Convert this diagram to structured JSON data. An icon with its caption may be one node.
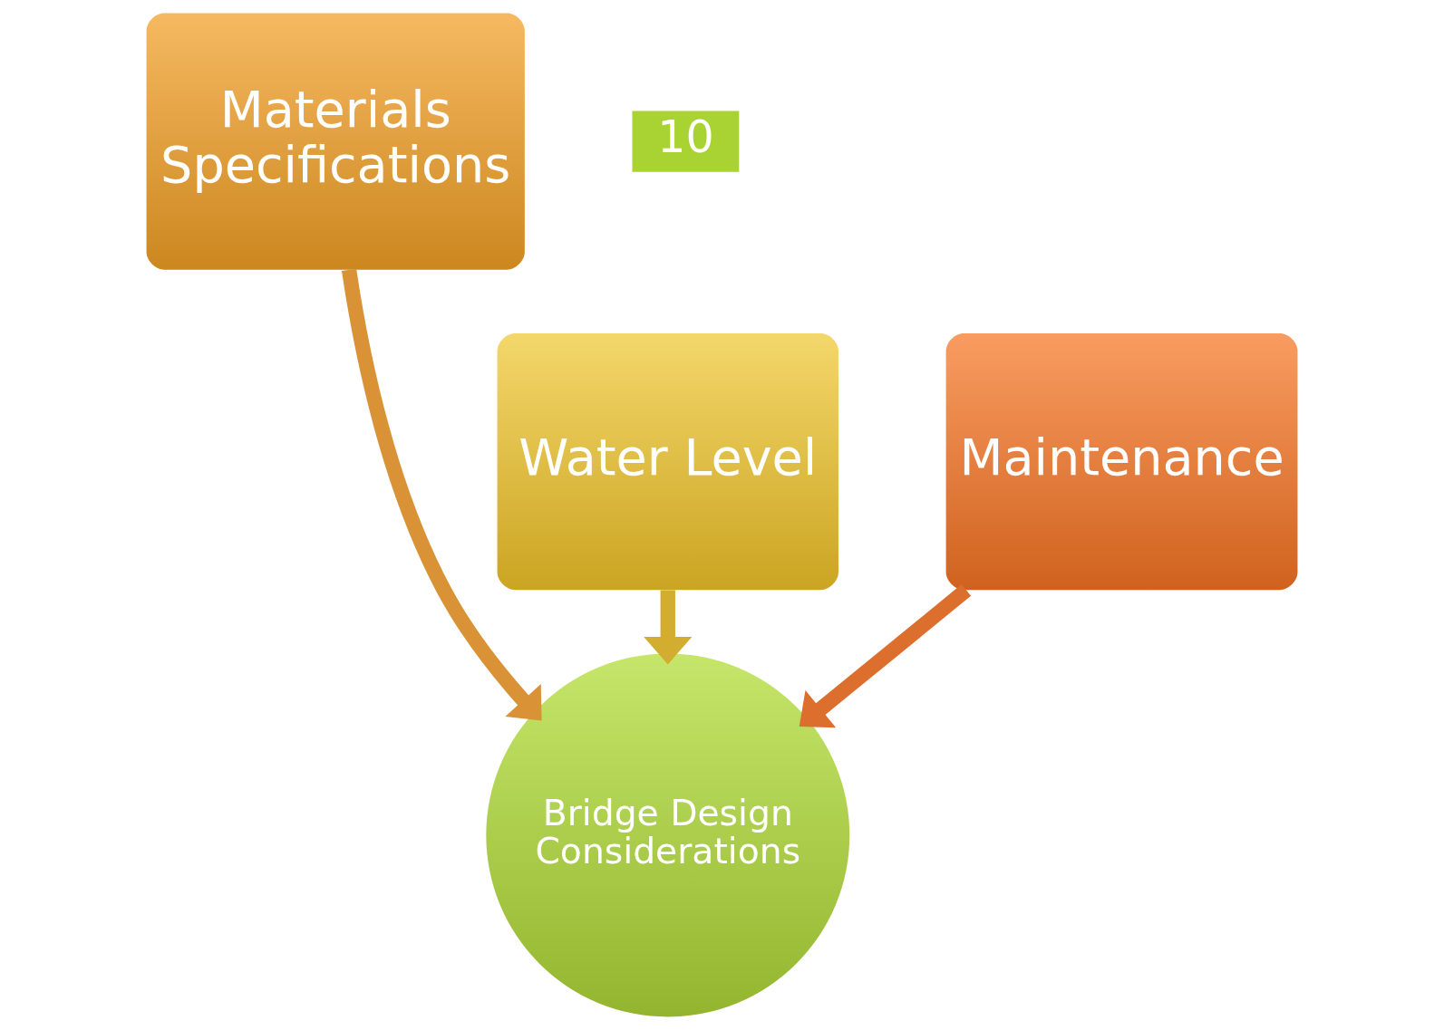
{
  "diagram": {
    "nodes": [
      {
        "text": [
          "Materials Specifications"
        ]
      },
      {
        "text": [
          "Water Level"
        ]
      },
      {
        "text": [
          "Maintenance"
        ]
      },
      {
        "text": [
          "Bridge Design Considerations"
        ]
      }
    ],
    "edges": [
      {
        "from": 1,
        "to": 3,
        "arrow": "to"
      },
      {
        "from": 0,
        "to": 3,
        "arrow": "to"
      },
      {
        "from": 2,
        "to": 3,
        "arrow": "to"
      }
    ],
    "labels": [
      "10"
    ]
  }
}
